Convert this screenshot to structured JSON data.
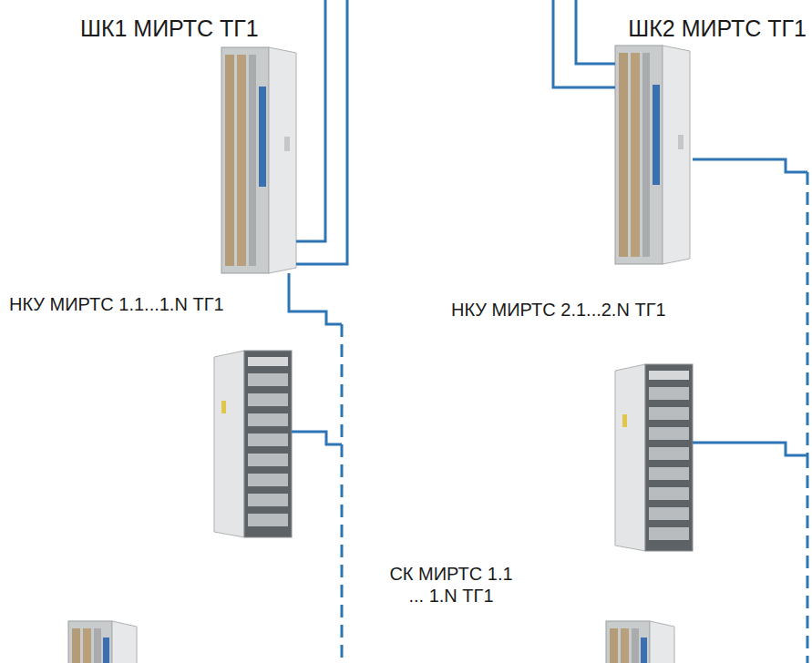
{
  "diagram": {
    "nodes": [
      {
        "text": [
          "ШК1 МИРТС ТГ1"
        ]
      },
      {
        "text": [
          "ШК2 МИРТС ТГ1"
        ]
      },
      {
        "text": [
          "НКУ МИРТС 1.1...1.N ТГ1"
        ]
      },
      {
        "text": [
          "НКУ МИРТС 2.1...2.N ТГ1"
        ]
      },
      {
        "text": [
          "СК МИРТС 1.1 ... 1.N ТГ1"
        ]
      }
    ],
    "edges": [
      {
        "from": 0,
        "to": 2,
        "arrow": "none"
      },
      {
        "from": 1,
        "to": 3,
        "arrow": "none"
      }
    ]
  }
}
